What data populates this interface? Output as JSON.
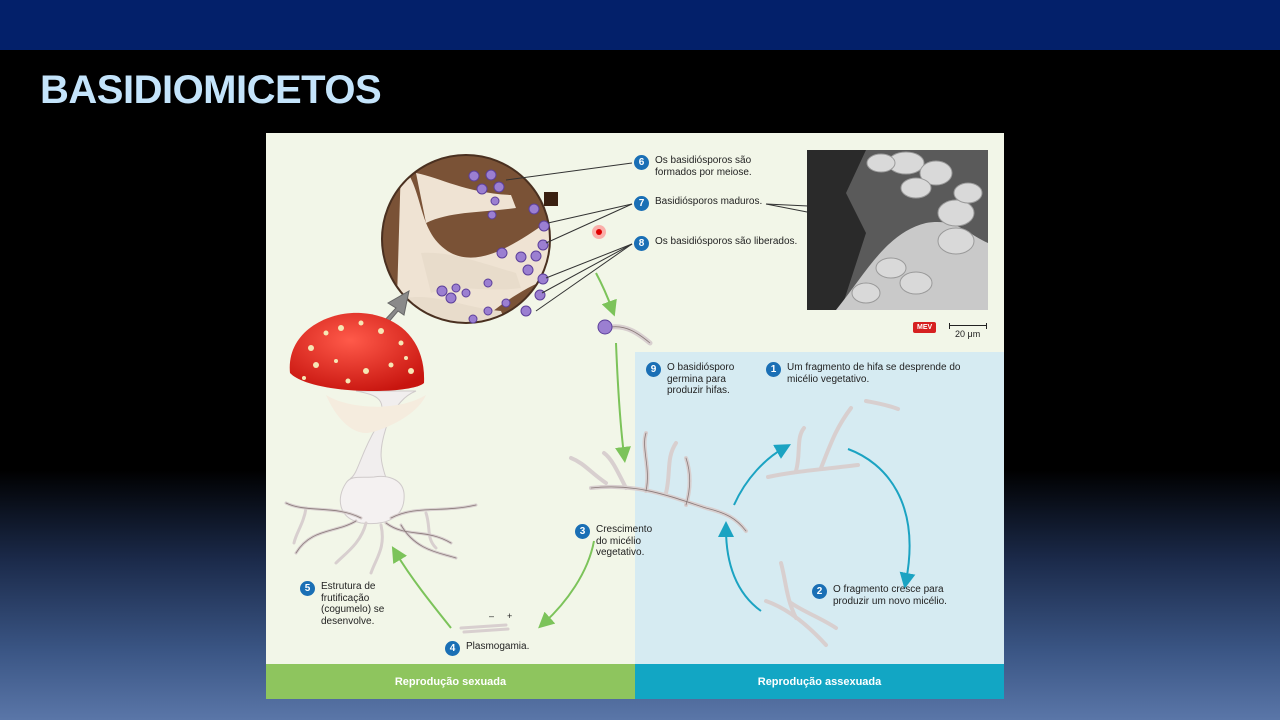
{
  "slide": {
    "title": "BASIDIOMICETOS",
    "colors": {
      "top_bar": "#03206a",
      "title": "#c4e4fb"
    }
  },
  "figure": {
    "steps": [
      {
        "num": "1",
        "text": "Um fragmento de hifa se desprende do micélio vegetativo."
      },
      {
        "num": "2",
        "text": "O fragmento cresce para produzir um novo micélio."
      },
      {
        "num": "3",
        "text": "Crescimento do micélio vegetativo."
      },
      {
        "num": "4",
        "text": "Plasmogamia."
      },
      {
        "num": "5",
        "text": "Estrutura de frutificação (cogumelo) se desenvolve."
      },
      {
        "num": "6",
        "text": "Os basidiósporos são formados por meiose."
      },
      {
        "num": "7",
        "text": "Basidiósporos maduros."
      },
      {
        "num": "8",
        "text": "Os basidiósporos são liberados."
      },
      {
        "num": "9",
        "text": "O basidiósporo germina para produzir hifas."
      }
    ],
    "micrograph": {
      "badge": "MEV",
      "scale": "20 μm"
    },
    "mating_signs": {
      "minus": "–",
      "plus": "+"
    },
    "bands": {
      "sexual": "Reprodução sexuada",
      "asexual": "Reprodução assexuada"
    },
    "colors": {
      "panel_background": "#f2f6e8",
      "asexual_background": "#d6ebf2",
      "sexual_band": "#8ec55e",
      "asexual_band": "#12a6c4",
      "step_number": "#1a6fb5",
      "spore": "#9b7fd1",
      "mushroom_cap": "#e8231c",
      "green_arrow": "#7cc35a",
      "blue_arrow": "#1ba3c2"
    }
  }
}
